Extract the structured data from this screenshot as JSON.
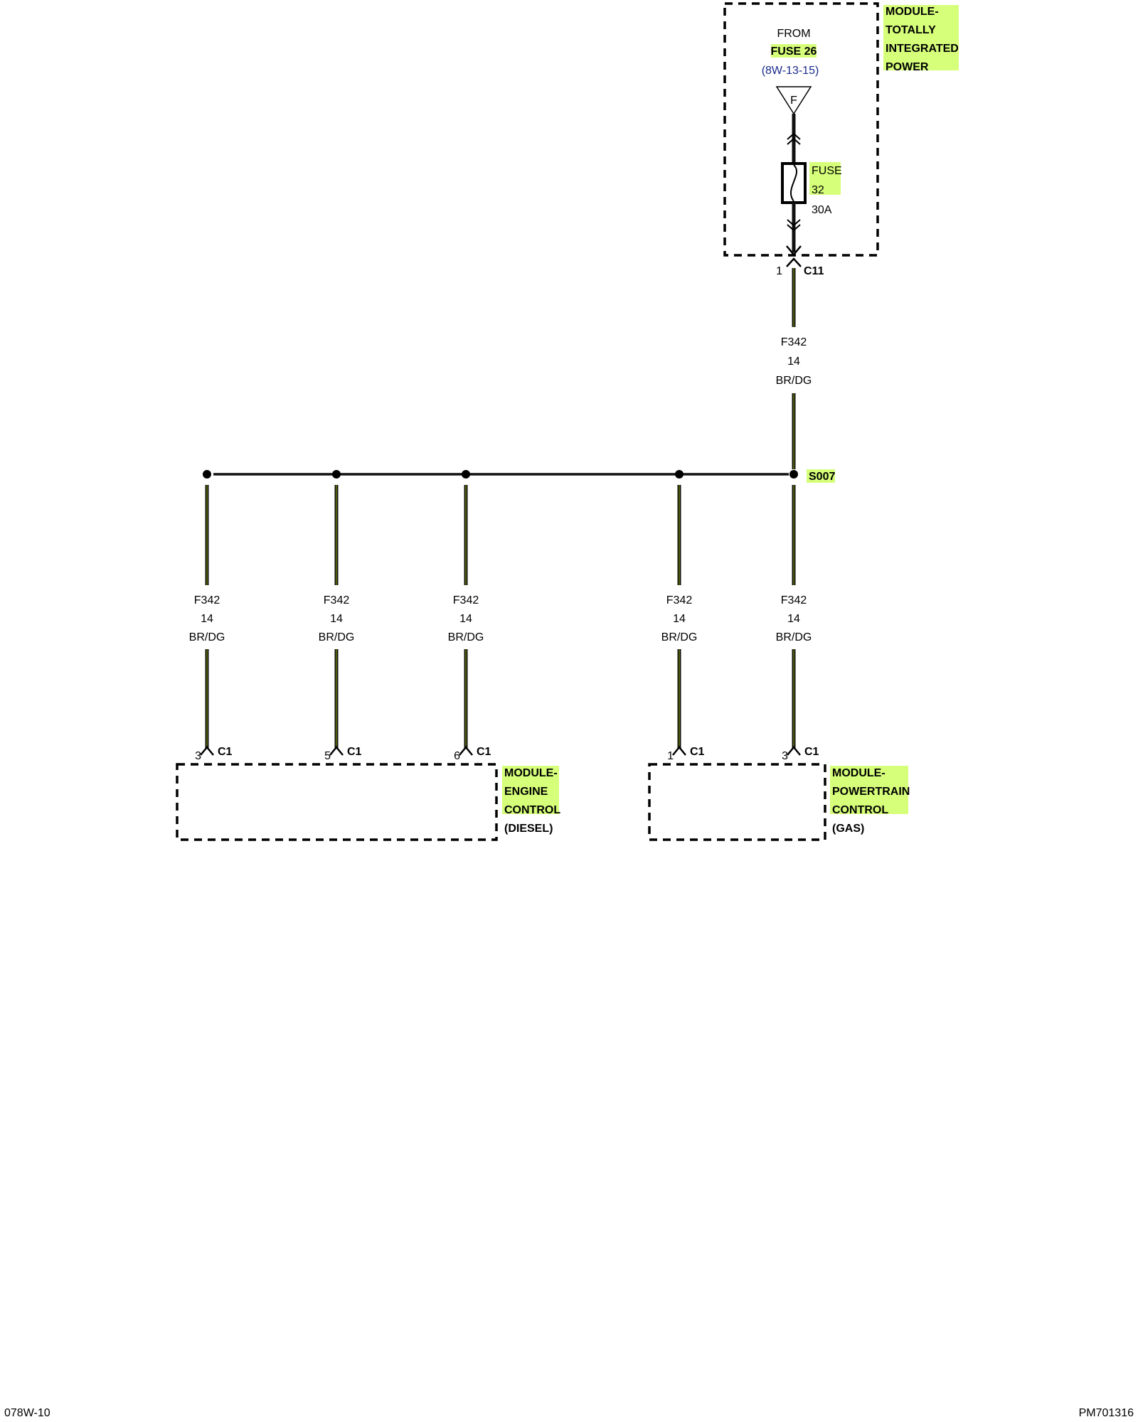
{
  "colors": {
    "highlight": "#d6ff7a",
    "wire": "#111111",
    "reference": "#1a2a8a"
  },
  "tipm": {
    "name_lines": [
      "MODULE-",
      "TOTALLY",
      "INTEGRATED",
      "POWER"
    ],
    "from": "FROM",
    "fuse_source": "FUSE 26",
    "ref": "(8W-13-15)",
    "terminal_symbol": "F",
    "fuse_label": [
      "FUSE",
      "32"
    ],
    "fuse_rating": "30A",
    "connector_pin": "1",
    "connector": "C11"
  },
  "feed_wire": {
    "circuit": "F342",
    "gauge": "14",
    "color": "BR/DG"
  },
  "splice": "S007",
  "branches": [
    {
      "circuit": "F342",
      "gauge": "14",
      "color": "BR/DG",
      "pin": "3",
      "connector": "C1"
    },
    {
      "circuit": "F342",
      "gauge": "14",
      "color": "BR/DG",
      "pin": "5",
      "connector": "C1"
    },
    {
      "circuit": "F342",
      "gauge": "14",
      "color": "BR/DG",
      "pin": "6",
      "connector": "C1"
    },
    {
      "circuit": "F342",
      "gauge": "14",
      "color": "BR/DG",
      "pin": "1",
      "connector": "C1"
    },
    {
      "circuit": "F342",
      "gauge": "14",
      "color": "BR/DG",
      "pin": "3",
      "connector": "C1"
    }
  ],
  "ecm": {
    "name_lines": [
      "MODULE-",
      "ENGINE",
      "CONTROL"
    ],
    "variant": "(DIESEL)"
  },
  "pcm": {
    "name_lines": [
      "MODULE-",
      "POWERTRAIN",
      "CONTROL"
    ],
    "variant": "(GAS)"
  },
  "footer": {
    "left": "078W-10",
    "right": "PM701316"
  }
}
